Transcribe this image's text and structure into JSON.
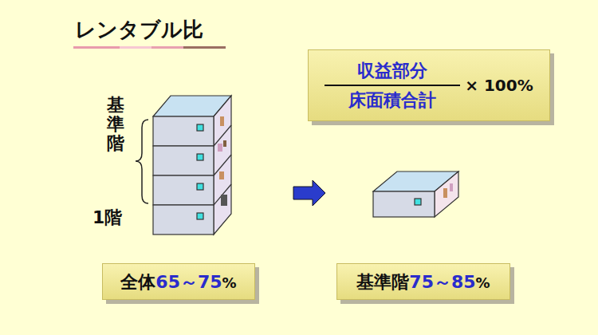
{
  "diagram": {
    "title": "レンタブル比",
    "nodes": [
      {
        "text": [
          "収益部分",
          "床面積合計",
          "× 100%"
        ]
      },
      {
        "text": [
          "全体",
          "65～75",
          "%"
        ]
      },
      {
        "text": [
          "基準階",
          "75～85",
          "%"
        ]
      }
    ],
    "labels": [
      "基準階",
      "1階"
    ]
  }
}
